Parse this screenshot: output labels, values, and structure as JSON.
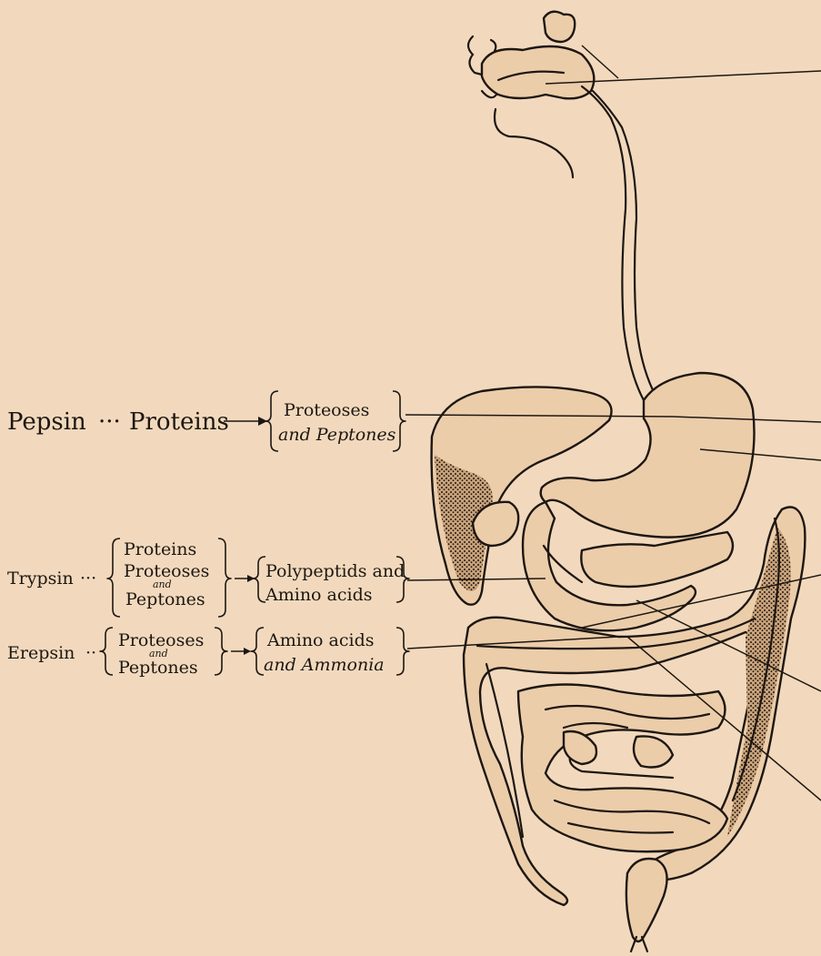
{
  "rows": [
    {
      "enzyme": "Pepsin",
      "substrates": [
        "Proteins"
      ],
      "products_lines": [
        "Proteoses",
        "and Peptones"
      ]
    },
    {
      "enzyme": "Trypsin",
      "substrates": [
        "Proteins",
        "Proteoses",
        "and",
        "Peptones"
      ],
      "products_lines": [
        "Polypeptids and",
        "Amino acids"
      ]
    },
    {
      "enzyme": "Erepsin",
      "substrates": [
        "Proteoses",
        "and",
        "Peptones"
      ],
      "products_lines": [
        "Amino acids",
        "and Ammonia"
      ]
    }
  ],
  "icons": {
    "arrow": "right-arrow-icon",
    "dots": "ellipsis"
  },
  "colors": {
    "paper": "#f2d9bd",
    "ink": "#1d1712",
    "stipple": "#d6b188"
  }
}
